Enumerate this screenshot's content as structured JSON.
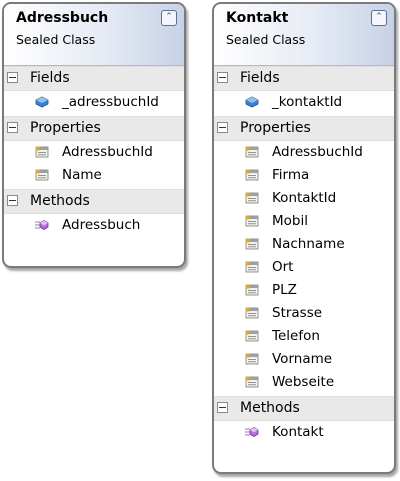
{
  "classes": [
    {
      "name": "Adressbuch",
      "stereotype": "Sealed Class",
      "collapse_glyph": "⌃",
      "sections": [
        {
          "label": "Fields",
          "members": [
            {
              "name": "_adressbuchId",
              "icon": "field-icon"
            }
          ]
        },
        {
          "label": "Properties",
          "members": [
            {
              "name": "AdressbuchId",
              "icon": "property-icon"
            },
            {
              "name": "Name",
              "icon": "property-icon"
            }
          ]
        },
        {
          "label": "Methods",
          "members": [
            {
              "name": "Adressbuch",
              "icon": "method-icon"
            }
          ]
        }
      ]
    },
    {
      "name": "Kontakt",
      "stereotype": "Sealed Class",
      "collapse_glyph": "⌃",
      "sections": [
        {
          "label": "Fields",
          "members": [
            {
              "name": "_kontaktId",
              "icon": "field-icon"
            }
          ]
        },
        {
          "label": "Properties",
          "members": [
            {
              "name": "AdressbuchId",
              "icon": "property-icon"
            },
            {
              "name": "Firma",
              "icon": "property-icon"
            },
            {
              "name": "KontaktId",
              "icon": "property-icon"
            },
            {
              "name": "Mobil",
              "icon": "property-icon"
            },
            {
              "name": "Nachname",
              "icon": "property-icon"
            },
            {
              "name": "Ort",
              "icon": "property-icon"
            },
            {
              "name": "PLZ",
              "icon": "property-icon"
            },
            {
              "name": "Strasse",
              "icon": "property-icon"
            },
            {
              "name": "Telefon",
              "icon": "property-icon"
            },
            {
              "name": "Vorname",
              "icon": "property-icon"
            },
            {
              "name": "Webseite",
              "icon": "property-icon"
            }
          ]
        },
        {
          "label": "Methods",
          "members": [
            {
              "name": "Kontakt",
              "icon": "method-icon"
            }
          ]
        }
      ]
    }
  ]
}
